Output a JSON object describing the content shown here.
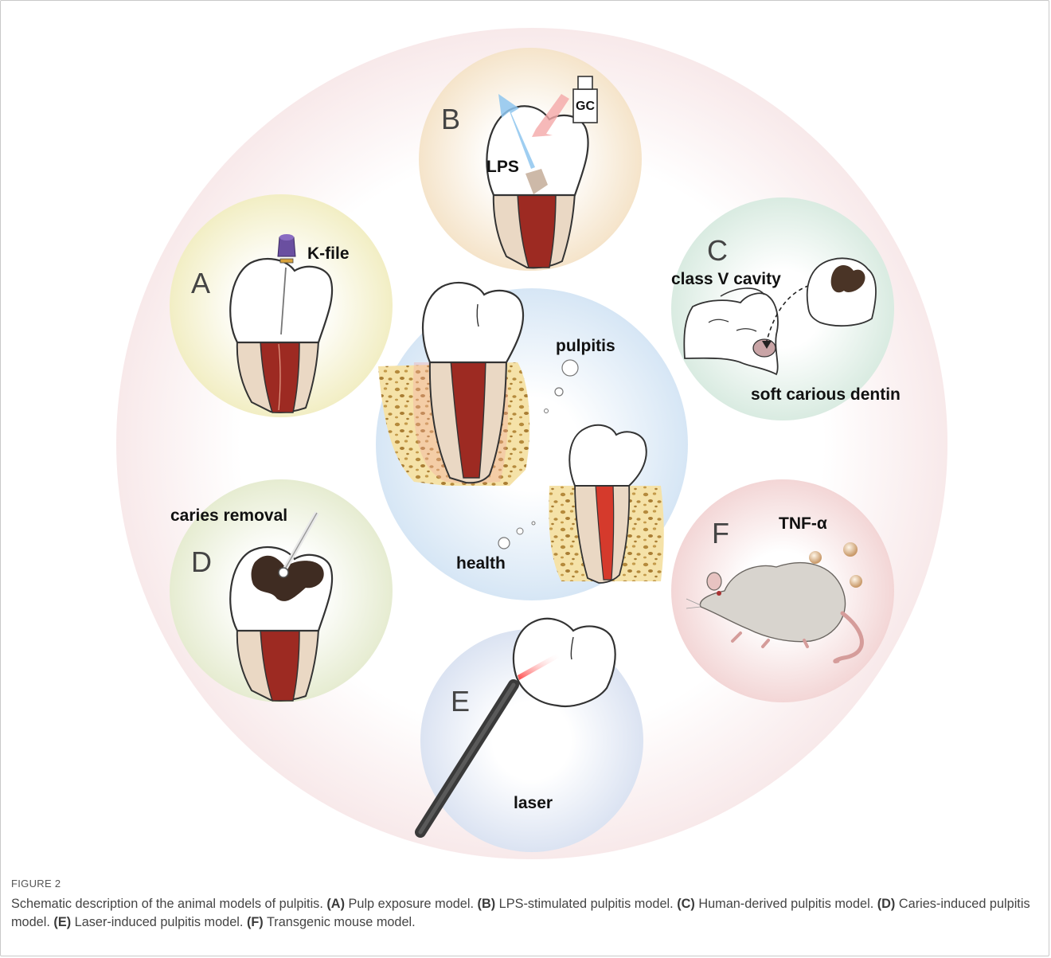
{
  "figure": {
    "label": "FIGURE 2",
    "panels": {
      "A": {
        "letter": "A",
        "label": "K-file"
      },
      "B": {
        "letter": "B",
        "label_lps": "LPS",
        "label_gc": "GC"
      },
      "C": {
        "letter": "C",
        "label_cavity": "class V cavity",
        "label_dentin": "soft carious dentin"
      },
      "D": {
        "letter": "D",
        "label": "caries removal"
      },
      "E": {
        "letter": "E",
        "label": "laser"
      },
      "F": {
        "letter": "F",
        "label": "TNF-α"
      },
      "center": {
        "label_pulpitis": "pulpitis",
        "label_health": "health"
      }
    },
    "caption": {
      "intro": "Schematic description of the animal models of pulpitis.",
      "items": [
        {
          "tag": "(A)",
          "text": " Pulp exposure model. "
        },
        {
          "tag": "(B)",
          "text": " LPS-stimulated pulpitis model. "
        },
        {
          "tag": "(C)",
          "text": " Human-derived pulpitis model. "
        },
        {
          "tag": "(D)",
          "text": " Caries-induced pulpitis model. "
        },
        {
          "tag": "(E)",
          "text": " Laser-induced pulpitis model. "
        },
        {
          "tag": "(F)",
          "text": " Transgenic mouse model."
        }
      ]
    }
  }
}
